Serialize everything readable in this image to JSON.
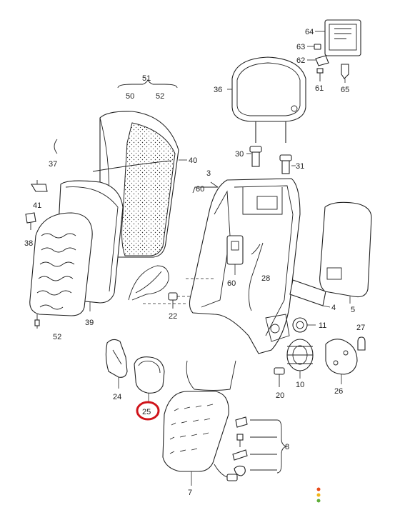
{
  "diagram": {
    "labels": {
      "p64": "64",
      "p63": "63",
      "p62": "62",
      "p61": "61",
      "p65": "65",
      "p36": "36",
      "p51": "51",
      "p50": "50",
      "p52a": "52",
      "p40": "40",
      "p37": "37",
      "p41": "41",
      "p38": "38",
      "p3": "3",
      "p60a": "60",
      "p30": "30",
      "p31": "31",
      "p60b": "60",
      "p28": "28",
      "p22": "22",
      "p39": "39",
      "p52b": "52",
      "p5": "5",
      "p4": "4",
      "p11": "11",
      "p27": "27",
      "p10": "10",
      "p26": "26",
      "p20": "20",
      "p24": "24",
      "p25": "25",
      "p8": "8",
      "p7": "7"
    },
    "highlight": {
      "part": "25",
      "color": "#d0141b"
    },
    "status_dots": [
      "#e84b1a",
      "#f2b517",
      "#5fae3a"
    ]
  }
}
